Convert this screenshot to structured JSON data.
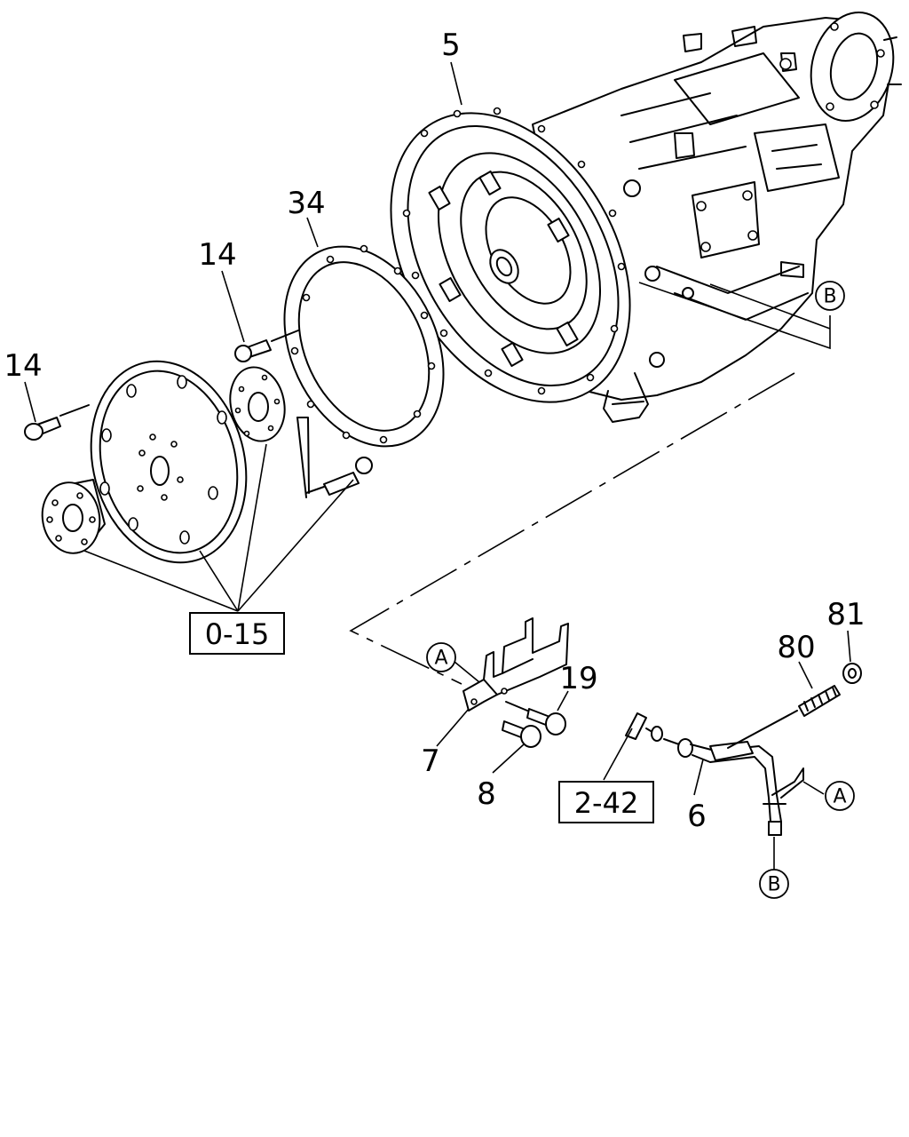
{
  "labels": {
    "p5": "5",
    "p34": "34",
    "p14a": "14",
    "p14b": "14",
    "p19": "19",
    "p7": "7",
    "p8": "8",
    "p80": "80",
    "p81": "81",
    "p6": "6"
  },
  "refs": {
    "r015": "0-15",
    "r242": "2-42"
  },
  "markers": {
    "a1": "A",
    "a2": "A",
    "b1": "B",
    "b2": "B"
  }
}
